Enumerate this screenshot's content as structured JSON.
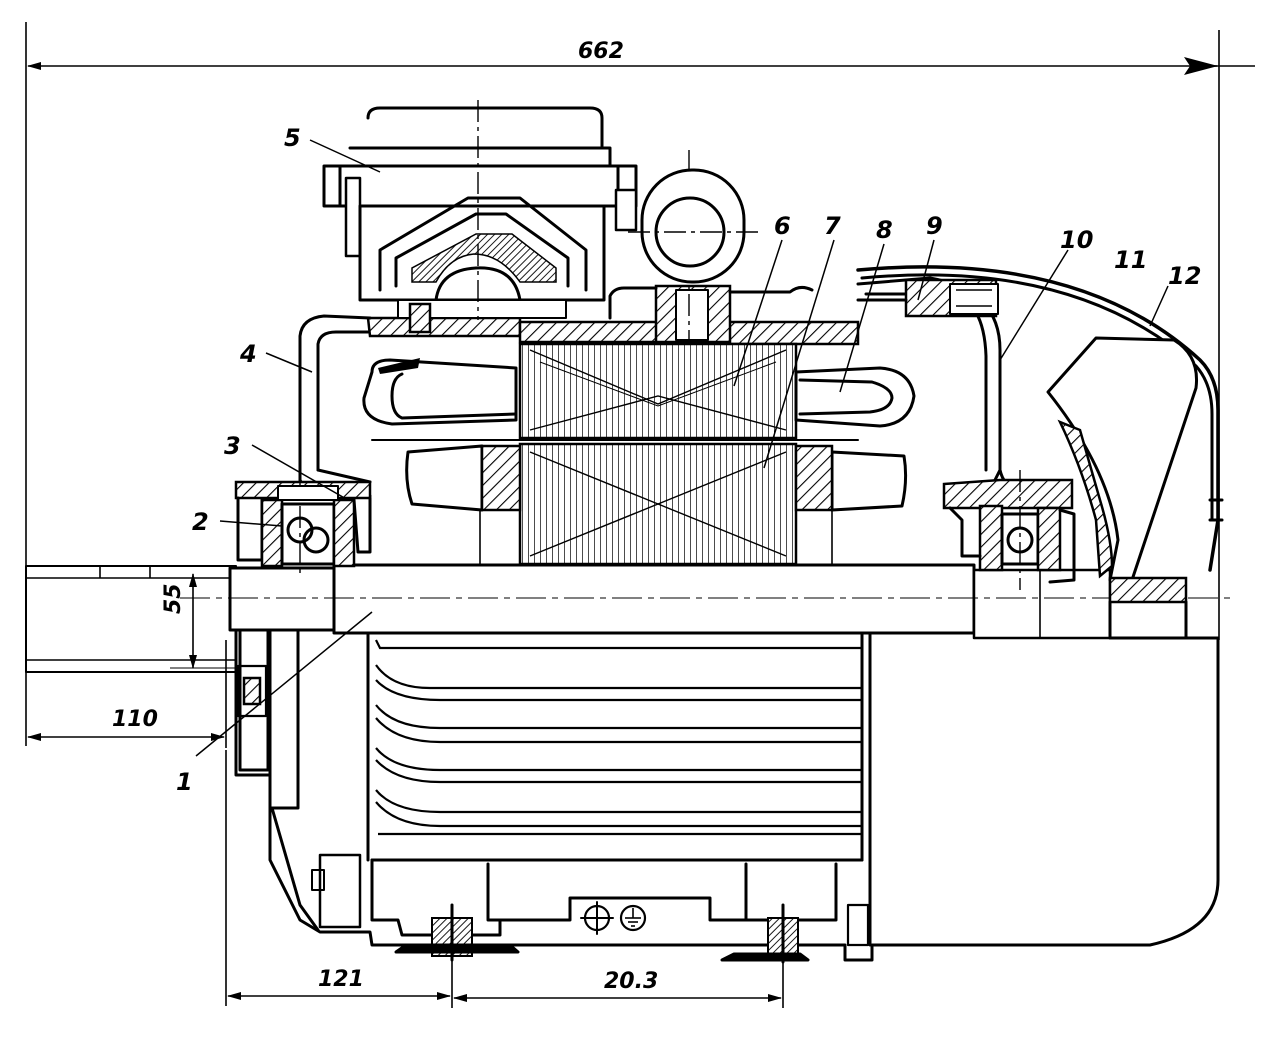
{
  "labels": {
    "l1": "1",
    "l2": "2",
    "l3": "3",
    "l4": "4",
    "l5": "5",
    "l6": "6",
    "l7": "7",
    "l8": "8",
    "l9": "9",
    "l10": "10",
    "l11": "11",
    "l12": "12"
  },
  "dimensions": {
    "overall_length": "662",
    "shaft_diameter": "55",
    "shaft_extension": "110",
    "foot_offset": "121",
    "foot_spacing": "20.3"
  }
}
